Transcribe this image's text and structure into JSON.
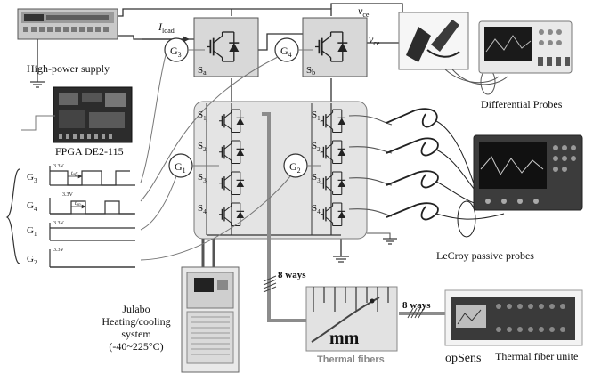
{
  "labels": {
    "high_power_supply": "High-power supply",
    "fpga": "FPGA DE2-115",
    "differential_probes": "Differential Probes",
    "lecroy_probes": "LeCroy passive probes",
    "julabo_line1": "Julabo",
    "julabo_line2": "Heating/cooling",
    "julabo_line3": "system",
    "julabo_line4": "(-40~225°C)",
    "thermal_fibers": "Thermal fibers",
    "thermal_fiber_unit": "Thermal fiber unite",
    "opsens_logo": "opSens",
    "eight_ways_left": "8 ways",
    "eight_ways_right": "8 ways",
    "mm_label": "mm",
    "i_load": "I",
    "i_load_sub": "load",
    "vce_top": "v",
    "vce_top_sub": "ce",
    "vce_right": "v",
    "vce_right_sub": "ce"
  },
  "gate_drivers": {
    "g3": {
      "name": "G",
      "sub": "3"
    },
    "g4": {
      "name": "G",
      "sub": "4"
    },
    "g1": {
      "name": "G",
      "sub": "1"
    },
    "g2": {
      "name": "G",
      "sub": "2"
    }
  },
  "switches": {
    "sa": {
      "name": "S",
      "sub": "a"
    },
    "sb": {
      "name": "S",
      "sub": "b"
    }
  },
  "dut_left": [
    {
      "name": "S",
      "sub": "1",
      "sub2": "j"
    },
    {
      "name": "S",
      "sub": "2",
      "sub2": "j"
    },
    {
      "name": "S",
      "sub": "3",
      "sub2": "j"
    },
    {
      "name": "S",
      "sub": "4",
      "sub2": "j"
    }
  ],
  "dut_right": [
    {
      "name": "S",
      "sub": "1",
      "sub2": "j"
    },
    {
      "name": "S",
      "sub": "2",
      "sub2": "j"
    },
    {
      "name": "S",
      "sub": "3",
      "sub2": "j"
    },
    {
      "name": "S",
      "sub": "4",
      "sub2": "j"
    }
  ],
  "waveforms": {
    "g3": {
      "name": "G",
      "sub": "3",
      "level": "3.3V",
      "time": "t",
      "time_sub": "off"
    },
    "g4": {
      "name": "G",
      "sub": "4",
      "level": "3.3V",
      "time": "t",
      "time_sub": "on"
    },
    "g1": {
      "name": "G",
      "sub": "1",
      "level": "3.3V"
    },
    "g2": {
      "name": "G",
      "sub": "2",
      "level": "3.3V"
    }
  },
  "colors": {
    "line": "#3a3a3a",
    "panel": "#e4e4e4",
    "box": "#d8d8d8",
    "fiber": "#8c8c8c"
  }
}
